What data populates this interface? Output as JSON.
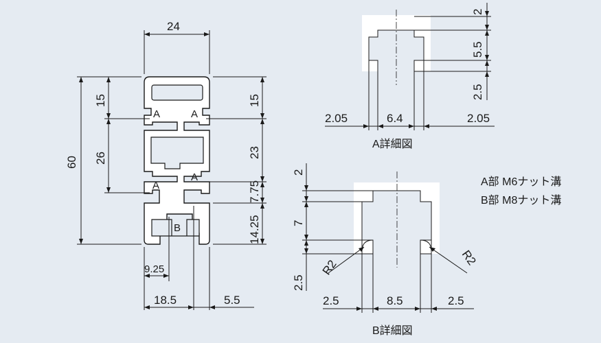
{
  "profile": {
    "width_dim": "24",
    "height_dim": "60",
    "left_dims": [
      "15",
      "26"
    ],
    "right_dims": [
      "15",
      "23",
      "7.75",
      "14.25"
    ],
    "bottom_dims": [
      "9.25",
      "18.5",
      "5.5"
    ],
    "slot_labels": [
      "A",
      "A",
      "A",
      "A",
      "B"
    ]
  },
  "detail_a": {
    "title": "A詳細図",
    "vert_dims": [
      "2",
      "5.5",
      "2.5"
    ],
    "horiz_dims": [
      "2.05",
      "6.4",
      "2.05"
    ]
  },
  "detail_b": {
    "title": "B詳細図",
    "vert_dims": [
      "2",
      "7",
      "2.5"
    ],
    "horiz_dims": [
      "2.5",
      "8.5",
      "2.5"
    ],
    "radius_labels": [
      "R2",
      "R2"
    ]
  },
  "legend": [
    "A部 M6ナット溝",
    "B部 M8ナット溝"
  ],
  "colors": {
    "background": "#e5ebf2",
    "line": "#1a1a1a",
    "profile_fill": "#ffffff"
  }
}
